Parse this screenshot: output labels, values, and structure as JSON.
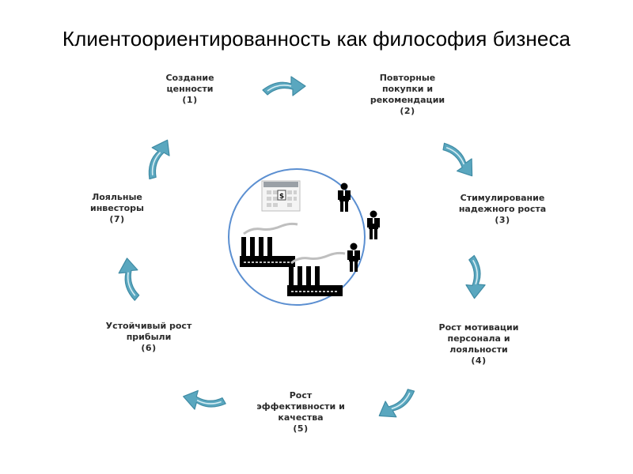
{
  "title": "Клиентоориентированность как философия бизнеса",
  "steps": [
    {
      "lines": [
        "Создание",
        "ценности"
      ],
      "num": "(1)"
    },
    {
      "lines": [
        "Повторные",
        "покупки и",
        "рекомендации"
      ],
      "num": "(2)"
    },
    {
      "lines": [
        "Стимулирование",
        "надежного роста"
      ],
      "num": "(3)"
    },
    {
      "lines": [
        "Рост мотивации",
        "персонала и",
        "лояльности"
      ],
      "num": "(4)"
    },
    {
      "lines": [
        "Рост",
        "эффективности и",
        "качества"
      ],
      "num": "(5)"
    },
    {
      "lines": [
        "Устойчивый рост",
        "прибыли"
      ],
      "num": "(6)"
    },
    {
      "lines": [
        "Лояльные",
        "инвесторы"
      ],
      "num": "(7)"
    }
  ],
  "center": {
    "cash_register_symbol": "$"
  },
  "colors": {
    "arrow": "#5aa7bf",
    "arrow_dark": "#3f8ba4",
    "circle_border": "#5b8fd1",
    "silhouette": "#000000"
  },
  "icons": [
    "cash-register-icon",
    "person-icon",
    "factory-icon",
    "cycle-arrow-icon"
  ]
}
